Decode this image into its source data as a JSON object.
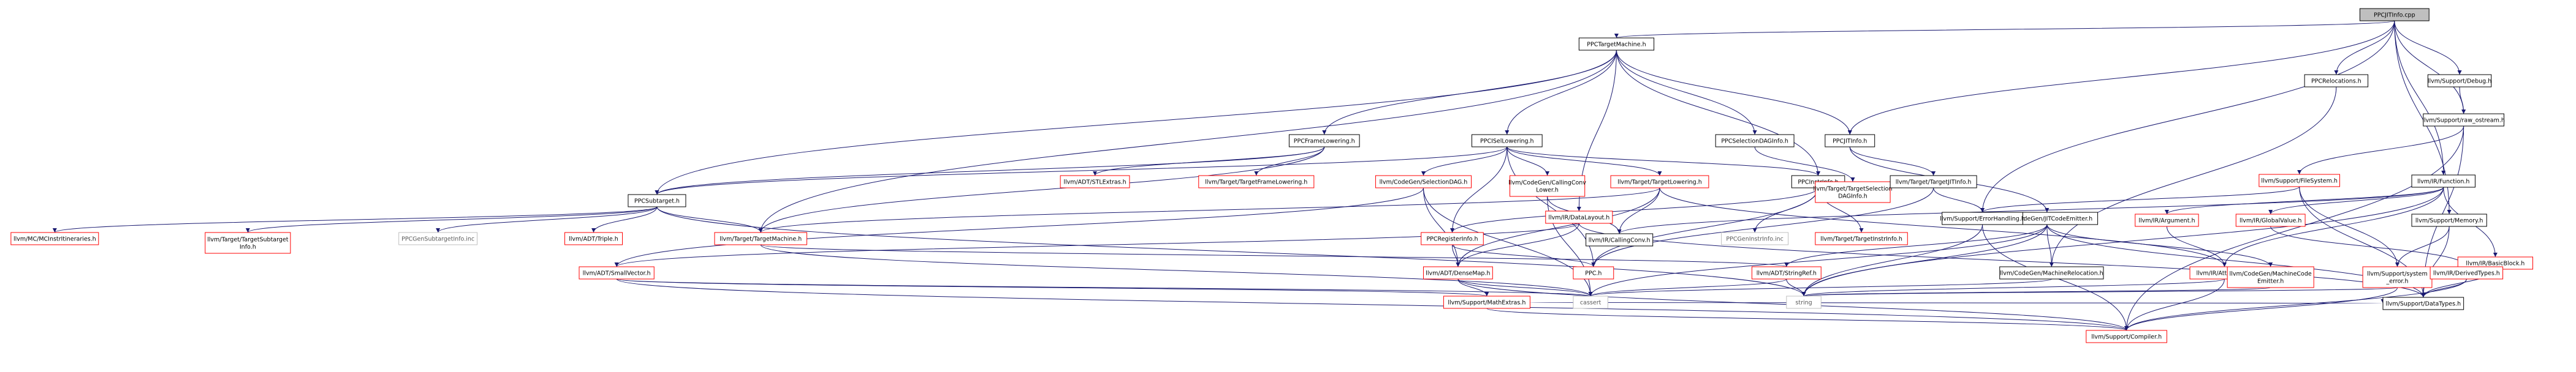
{
  "colors": {
    "edge": "#191970",
    "node_border_documented": "#000000",
    "node_border_undocumented": "#ff0000",
    "node_border_external": "#bfbfbf",
    "root_fill": "#bfbfbf",
    "node_fill": "#ffffff",
    "text": "#000000",
    "text_external": "#5a5a5a"
  },
  "diagram": {
    "nodes": [
      {
        "id": "n0",
        "label": "PPCJITInfo.cpp",
        "kind": "root"
      },
      {
        "id": "n1",
        "label": "PPCTargetMachine.h",
        "kind": "doc"
      },
      {
        "id": "n2",
        "label": "PPCRelocations.h",
        "kind": "doc"
      },
      {
        "id": "n3",
        "label": "llvm/Support/Debug.h",
        "kind": "doc"
      },
      {
        "id": "n4",
        "label": "llvm/Support/raw_ostream.h",
        "kind": "doc"
      },
      {
        "id": "n5",
        "label": "PPCFrameLowering.h",
        "kind": "doc"
      },
      {
        "id": "n6",
        "label": "PPCISelLowering.h",
        "kind": "doc"
      },
      {
        "id": "n7",
        "label": "PPCSelectionDAGInfo.h",
        "kind": "doc"
      },
      {
        "id": "n8",
        "label": "PPCJITInfo.h",
        "kind": "doc"
      },
      {
        "id": "n9",
        "label": "llvm/Support/FileSystem.h",
        "kind": "undoc"
      },
      {
        "id": "n10",
        "label": "llvm/IR/Function.h",
        "kind": "doc"
      },
      {
        "id": "n11",
        "label": "PPCSubtarget.h",
        "kind": "doc"
      },
      {
        "id": "n12",
        "label": "llvm/ADT/STLExtras.h",
        "kind": "undoc"
      },
      {
        "id": "n13",
        "label": "llvm/Target/TargetFrameLowering.h",
        "kind": "undoc"
      },
      {
        "id": "n14",
        "label": "llvm/CodeGen/SelectionDAG.h",
        "kind": "undoc"
      },
      {
        "id": "n15",
        "label": "llvm/CodeGen/CallingConv\nLower.h",
        "kind": "undoc"
      },
      {
        "id": "n16",
        "label": "llvm/Target/TargetLowering.h",
        "kind": "undoc"
      },
      {
        "id": "n17",
        "label": "PPCInstrInfo.h",
        "kind": "doc"
      },
      {
        "id": "n18",
        "label": "llvm/Target/TargetSelection\nDAGInfo.h",
        "kind": "undoc"
      },
      {
        "id": "n19",
        "label": "llvm/Target/TargetJITInfo.h",
        "kind": "doc"
      },
      {
        "id": "n20",
        "label": "llvm/CodeGen/JITCodeEmitter.h",
        "kind": "doc"
      },
      {
        "id": "n21",
        "label": "llvm/Support/ErrorHandling.h",
        "kind": "doc"
      },
      {
        "id": "n22",
        "label": "llvm/IR/Argument.h",
        "kind": "undoc"
      },
      {
        "id": "n23",
        "label": "llvm/IR/GlobalValue.h",
        "kind": "undoc"
      },
      {
        "id": "n24",
        "label": "llvm/Support/Memory.h",
        "kind": "doc"
      },
      {
        "id": "n25",
        "label": "llvm/IR/BasicBlock.h",
        "kind": "undoc"
      },
      {
        "id": "n26",
        "label": "llvm/MC/MCInstrItineraries.h",
        "kind": "undoc"
      },
      {
        "id": "n27",
        "label": "llvm/Target/TargetSubtarget\nInfo.h",
        "kind": "undoc"
      },
      {
        "id": "n28",
        "label": "PPCGenSubtargetInfo.inc",
        "kind": "ext"
      },
      {
        "id": "n29",
        "label": "llvm/ADT/Triple.h",
        "kind": "undoc"
      },
      {
        "id": "n30",
        "label": "llvm/Target/TargetMachine.h",
        "kind": "undoc"
      },
      {
        "id": "n31",
        "label": "llvm/IR/CallingConv.h",
        "kind": "doc"
      },
      {
        "id": "n32",
        "label": "PPCRegisterInfo.h",
        "kind": "undoc"
      },
      {
        "id": "n33",
        "label": "llvm/IR/DataLayout.h",
        "kind": "undoc"
      },
      {
        "id": "n34",
        "label": "PPCGenInstrInfo.inc",
        "kind": "ext"
      },
      {
        "id": "n35",
        "label": "llvm/Target/TargetInstrInfo.h",
        "kind": "undoc"
      },
      {
        "id": "n36",
        "label": "llvm/ADT/SmallVector.h",
        "kind": "undoc"
      },
      {
        "id": "n37",
        "label": "llvm/ADT/DenseMap.h",
        "kind": "undoc"
      },
      {
        "id": "n38",
        "label": "PPC.h",
        "kind": "undoc"
      },
      {
        "id": "n39",
        "label": "llvm/ADT/StringRef.h",
        "kind": "undoc"
      },
      {
        "id": "n40",
        "label": "llvm/CodeGen/MachineRelocation.h",
        "kind": "doc"
      },
      {
        "id": "n41",
        "label": "llvm/IR/Attributes.h",
        "kind": "undoc"
      },
      {
        "id": "n42",
        "label": "llvm/CodeGen/MachineCode\nEmitter.h",
        "kind": "undoc"
      },
      {
        "id": "n43",
        "label": "llvm/Support/system\n_error.h",
        "kind": "undoc"
      },
      {
        "id": "n44",
        "label": "llvm/IR/DerivedTypes.h",
        "kind": "undoc"
      },
      {
        "id": "n45",
        "label": "llvm/Support/MathExtras.h",
        "kind": "undoc"
      },
      {
        "id": "n46",
        "label": "cassert",
        "kind": "ext"
      },
      {
        "id": "n47",
        "label": "string",
        "kind": "ext"
      },
      {
        "id": "n48",
        "label": "llvm/Support/DataTypes.h",
        "kind": "doc"
      },
      {
        "id": "n49",
        "label": "llvm/Support/Compiler.h",
        "kind": "undoc"
      }
    ],
    "edges": [
      [
        "n0",
        "n1"
      ],
      [
        "n0",
        "n2"
      ],
      [
        "n0",
        "n3"
      ],
      [
        "n0",
        "n4"
      ],
      [
        "n0",
        "n8"
      ],
      [
        "n0",
        "n10"
      ],
      [
        "n0",
        "n21"
      ],
      [
        "n0",
        "n24"
      ],
      [
        "n1",
        "n5"
      ],
      [
        "n1",
        "n6"
      ],
      [
        "n1",
        "n7"
      ],
      [
        "n1",
        "n8"
      ],
      [
        "n1",
        "n11"
      ],
      [
        "n1",
        "n17"
      ],
      [
        "n1",
        "n30"
      ],
      [
        "n1",
        "n33"
      ],
      [
        "n2",
        "n40"
      ],
      [
        "n3",
        "n4"
      ],
      [
        "n4",
        "n9"
      ],
      [
        "n4",
        "n48"
      ],
      [
        "n4",
        "n49"
      ],
      [
        "n5",
        "n11"
      ],
      [
        "n5",
        "n12"
      ],
      [
        "n5",
        "n13"
      ],
      [
        "n5",
        "n30"
      ],
      [
        "n6",
        "n11"
      ],
      [
        "n6",
        "n14"
      ],
      [
        "n6",
        "n15"
      ],
      [
        "n6",
        "n16"
      ],
      [
        "n6",
        "n17"
      ],
      [
        "n6",
        "n32"
      ],
      [
        "n6",
        "n38"
      ],
      [
        "n7",
        "n18"
      ],
      [
        "n8",
        "n19"
      ],
      [
        "n8",
        "n20"
      ],
      [
        "n9",
        "n21"
      ],
      [
        "n9",
        "n43"
      ],
      [
        "n9",
        "n48"
      ],
      [
        "n10",
        "n22"
      ],
      [
        "n10",
        "n23"
      ],
      [
        "n10",
        "n25"
      ],
      [
        "n10",
        "n31"
      ],
      [
        "n10",
        "n41"
      ],
      [
        "n10",
        "n47"
      ],
      [
        "n11",
        "n26"
      ],
      [
        "n11",
        "n27"
      ],
      [
        "n11",
        "n28"
      ],
      [
        "n11",
        "n29"
      ],
      [
        "n11",
        "n30"
      ],
      [
        "n11",
        "n47"
      ],
      [
        "n14",
        "n36"
      ],
      [
        "n14",
        "n46"
      ],
      [
        "n14",
        "n37"
      ],
      [
        "n15",
        "n31"
      ],
      [
        "n15",
        "n46"
      ],
      [
        "n16",
        "n30"
      ],
      [
        "n16",
        "n31"
      ],
      [
        "n16",
        "n41"
      ],
      [
        "n16",
        "n37"
      ],
      [
        "n17",
        "n32"
      ],
      [
        "n17",
        "n34"
      ],
      [
        "n17",
        "n35"
      ],
      [
        "n17",
        "n38"
      ],
      [
        "n19",
        "n21"
      ],
      [
        "n19",
        "n38"
      ],
      [
        "n20",
        "n39"
      ],
      [
        "n20",
        "n40"
      ],
      [
        "n20",
        "n42"
      ],
      [
        "n20",
        "n46"
      ],
      [
        "n20",
        "n47"
      ],
      [
        "n20",
        "n48"
      ],
      [
        "n21",
        "n47"
      ],
      [
        "n21",
        "n49"
      ],
      [
        "n22",
        "n41"
      ],
      [
        "n23",
        "n44"
      ],
      [
        "n24",
        "n43"
      ],
      [
        "n24",
        "n48"
      ],
      [
        "n25",
        "n48"
      ],
      [
        "n30",
        "n39"
      ],
      [
        "n30",
        "n46"
      ],
      [
        "n32",
        "n37"
      ],
      [
        "n32",
        "n38"
      ],
      [
        "n33",
        "n37"
      ],
      [
        "n33",
        "n36"
      ],
      [
        "n33",
        "n48"
      ],
      [
        "n36",
        "n45"
      ],
      [
        "n36",
        "n46"
      ],
      [
        "n36",
        "n49"
      ],
      [
        "n37",
        "n45"
      ],
      [
        "n37",
        "n46"
      ],
      [
        "n37",
        "n49"
      ],
      [
        "n39",
        "n46"
      ],
      [
        "n39",
        "n47"
      ],
      [
        "n40",
        "n46"
      ],
      [
        "n41",
        "n47"
      ],
      [
        "n41",
        "n49"
      ],
      [
        "n42",
        "n47"
      ],
      [
        "n43",
        "n47"
      ],
      [
        "n43",
        "n49"
      ],
      [
        "n44",
        "n48"
      ],
      [
        "n44",
        "n49"
      ],
      [
        "n45",
        "n48"
      ],
      [
        "n45",
        "n49"
      ]
    ]
  }
}
